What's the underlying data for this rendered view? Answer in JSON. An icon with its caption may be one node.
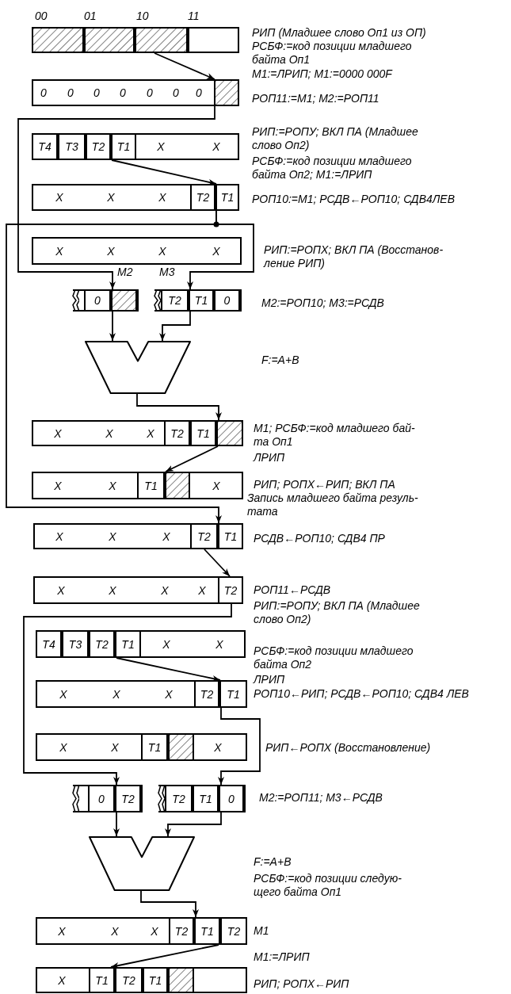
{
  "diagram": {
    "nodes": [
      {
        "text": [],
        "shape": "box"
      },
      {
        "text": [],
        "shape": "box",
        "in": 0
      },
      {
        "text": [],
        "shape": "box",
        "in": 0
      },
      {
        "text": [],
        "shape": "box",
        "in": 0
      },
      {
        "text": [],
        "shape": "box",
        "in": 0
      },
      {
        "text": [
          "0",
          "0",
          "0",
          "0",
          "0",
          "0",
          "0"
        ]
      },
      {
        "text": [],
        "shape": "box",
        "in": 5
      },
      {
        "text": [
          "X",
          "X"
        ]
      },
      {
        "text": [
          "T4"
        ],
        "in": 7
      },
      {
        "text": [
          "T3"
        ],
        "in": 7
      },
      {
        "text": [
          "T2"
        ],
        "in": 7
      },
      {
        "text": [
          "T1"
        ],
        "in": 7
      },
      {
        "text": [
          "X",
          "X",
          "X"
        ]
      },
      {
        "text": [
          "T2"
        ],
        "in": 12
      },
      {
        "text": [
          "T1"
        ],
        "in": 12
      },
      {
        "text": [
          "X",
          "X",
          "X",
          "X"
        ]
      },
      {
        "text": [],
        "shape": "box"
      },
      {
        "text": [
          "0"
        ],
        "in": 16
      },
      {
        "text": [],
        "shape": "box",
        "in": 16
      },
      {
        "text": [],
        "shape": "box"
      },
      {
        "text": [
          "T2"
        ],
        "in": 19
      },
      {
        "text": [
          "T1"
        ],
        "in": 19
      },
      {
        "text": [
          "0"
        ],
        "in": 19
      },
      {
        "text": [],
        "shape": "trapezoid"
      },
      {
        "text": [
          "X",
          "X",
          "X"
        ]
      },
      {
        "text": [
          "T2"
        ],
        "in": 24
      },
      {
        "text": [
          "T1"
        ],
        "in": 24
      },
      {
        "text": [],
        "shape": "box",
        "in": 24
      },
      {
        "text": [
          "X",
          "X",
          "X"
        ]
      },
      {
        "text": [
          "T1"
        ],
        "in": 28
      },
      {
        "text": [],
        "shape": "box",
        "in": 28
      },
      {
        "text": [
          "X",
          "X",
          "X"
        ]
      },
      {
        "text": [
          "T2"
        ],
        "in": 31
      },
      {
        "text": [
          "T1"
        ],
        "in": 31
      },
      {
        "text": [
          "X",
          "X",
          "X",
          "X"
        ]
      },
      {
        "text": [
          "T2"
        ],
        "in": 34
      },
      {
        "text": [
          "X",
          "X"
        ]
      },
      {
        "text": [
          "T4"
        ],
        "in": 36
      },
      {
        "text": [
          "T3"
        ],
        "in": 36
      },
      {
        "text": [
          "T2"
        ],
        "in": 36
      },
      {
        "text": [
          "T1"
        ],
        "in": 36
      },
      {
        "text": [
          "X",
          "X",
          "X"
        ]
      },
      {
        "text": [
          "T2"
        ],
        "in": 41
      },
      {
        "text": [
          "T1"
        ],
        "in": 41
      },
      {
        "text": [
          "X",
          "X",
          "X"
        ]
      },
      {
        "text": [
          "T1"
        ],
        "in": 44
      },
      {
        "text": [],
        "shape": "box",
        "in": 44
      },
      {
        "text": [],
        "shape": "box"
      },
      {
        "text": [
          "0"
        ],
        "in": 47
      },
      {
        "text": [
          "T2"
        ],
        "in": 47
      },
      {
        "text": [],
        "shape": "box"
      },
      {
        "text": [
          "T2"
        ],
        "in": 50
      },
      {
        "text": [
          "T1"
        ],
        "in": 50
      },
      {
        "text": [
          "0"
        ],
        "in": 50
      },
      {
        "text": [],
        "shape": "trapezoid"
      },
      {
        "text": [
          "X",
          "X",
          "X"
        ]
      },
      {
        "text": [
          "T2"
        ],
        "in": 55
      },
      {
        "text": [
          "T1"
        ],
        "in": 55
      },
      {
        "text": [
          "T2"
        ],
        "in": 55
      },
      {
        "text": [
          "X"
        ]
      },
      {
        "text": [
          "T1"
        ],
        "in": 59
      },
      {
        "text": [
          "T2"
        ],
        "in": 59
      },
      {
        "text": [
          "T1"
        ],
        "in": 59
      },
      {
        "text": [],
        "shape": "box",
        "in": 59
      }
    ],
    "edges": [
      {
        "from": 3,
        "to": 6,
        "arrow": "to"
      },
      {
        "from": 6,
        "to": 16,
        "arrow": "to"
      },
      {
        "from": 11,
        "to": 14,
        "arrow": "to"
      },
      {
        "from": 14,
        "to": 19,
        "arrow": "to"
      },
      {
        "from": 14,
        "to": 33,
        "arrow": "to"
      },
      {
        "from": 16,
        "to": 23,
        "arrow": "to"
      },
      {
        "from": 19,
        "to": 23,
        "arrow": "to"
      },
      {
        "from": 23,
        "to": 27,
        "arrow": "to"
      },
      {
        "from": 27,
        "to": 30,
        "arrow": "to"
      },
      {
        "from": 32,
        "to": 35,
        "arrow": "to"
      },
      {
        "from": 35,
        "to": 47,
        "arrow": "to"
      },
      {
        "from": 40,
        "to": 43,
        "arrow": "to"
      },
      {
        "from": 43,
        "to": 50,
        "arrow": "to"
      },
      {
        "from": 47,
        "to": 54,
        "arrow": "to"
      },
      {
        "from": 50,
        "to": 54,
        "arrow": "to"
      },
      {
        "from": 54,
        "to": 57,
        "arrow": "to"
      },
      {
        "from": 57,
        "to": 60,
        "arrow": "to"
      }
    ],
    "labels": [
      "00",
      "01",
      "10",
      "11",
      "РИП (Младшее слово Оп1 из ОП)",
      "РСБФ:=код позиции младшего байта Оп1",
      "М1:=ЛРИП; М1:=0000 000F",
      "РОП11:=М1; М2:=РОП11",
      "РИП:=РОПУ; ВКЛ ПА (Младшее слово Оп2)",
      "РСБФ:=код позиции младшего байта Оп2; М1:=ЛРИП",
      "РОП10:=М1; РСДВ←РОП10; СДВ4ЛЕВ",
      "РИП:=РОПХ; ВКЛ ПА (Восстанов- ление РИП)",
      "М2",
      "М3",
      "М2:=РОП10; М3:=РСДВ",
      "F:=A+B",
      "М1; РСБФ:=код младшего бай- та Оп1",
      "ЛРИП",
      "РИП; РОПХ←РИП; ВКЛ ПА",
      "Запись младшего байта резуль- тата",
      "РСДВ←РОП10; СДВ4 ПР",
      "РОП11←РСДВ",
      "РИП:=РОПУ; ВКЛ ПА (Младшее слово Оп2)",
      "РСБФ:=код позиции младшего байта Оп2",
      "ЛРИП",
      "РОП10←РИП; РСДВ←РОП10; СДВ4 ЛЕВ",
      "РИП←РОПХ (Восстановление)",
      "М2:=РОП11; М3←РСДВ",
      "F:=A+B",
      "РСБФ:=код позиции следую- щего байта Оп1",
      "М1",
      "М1:=ЛРИП",
      "РИП; РОПХ←РИП"
    ]
  }
}
